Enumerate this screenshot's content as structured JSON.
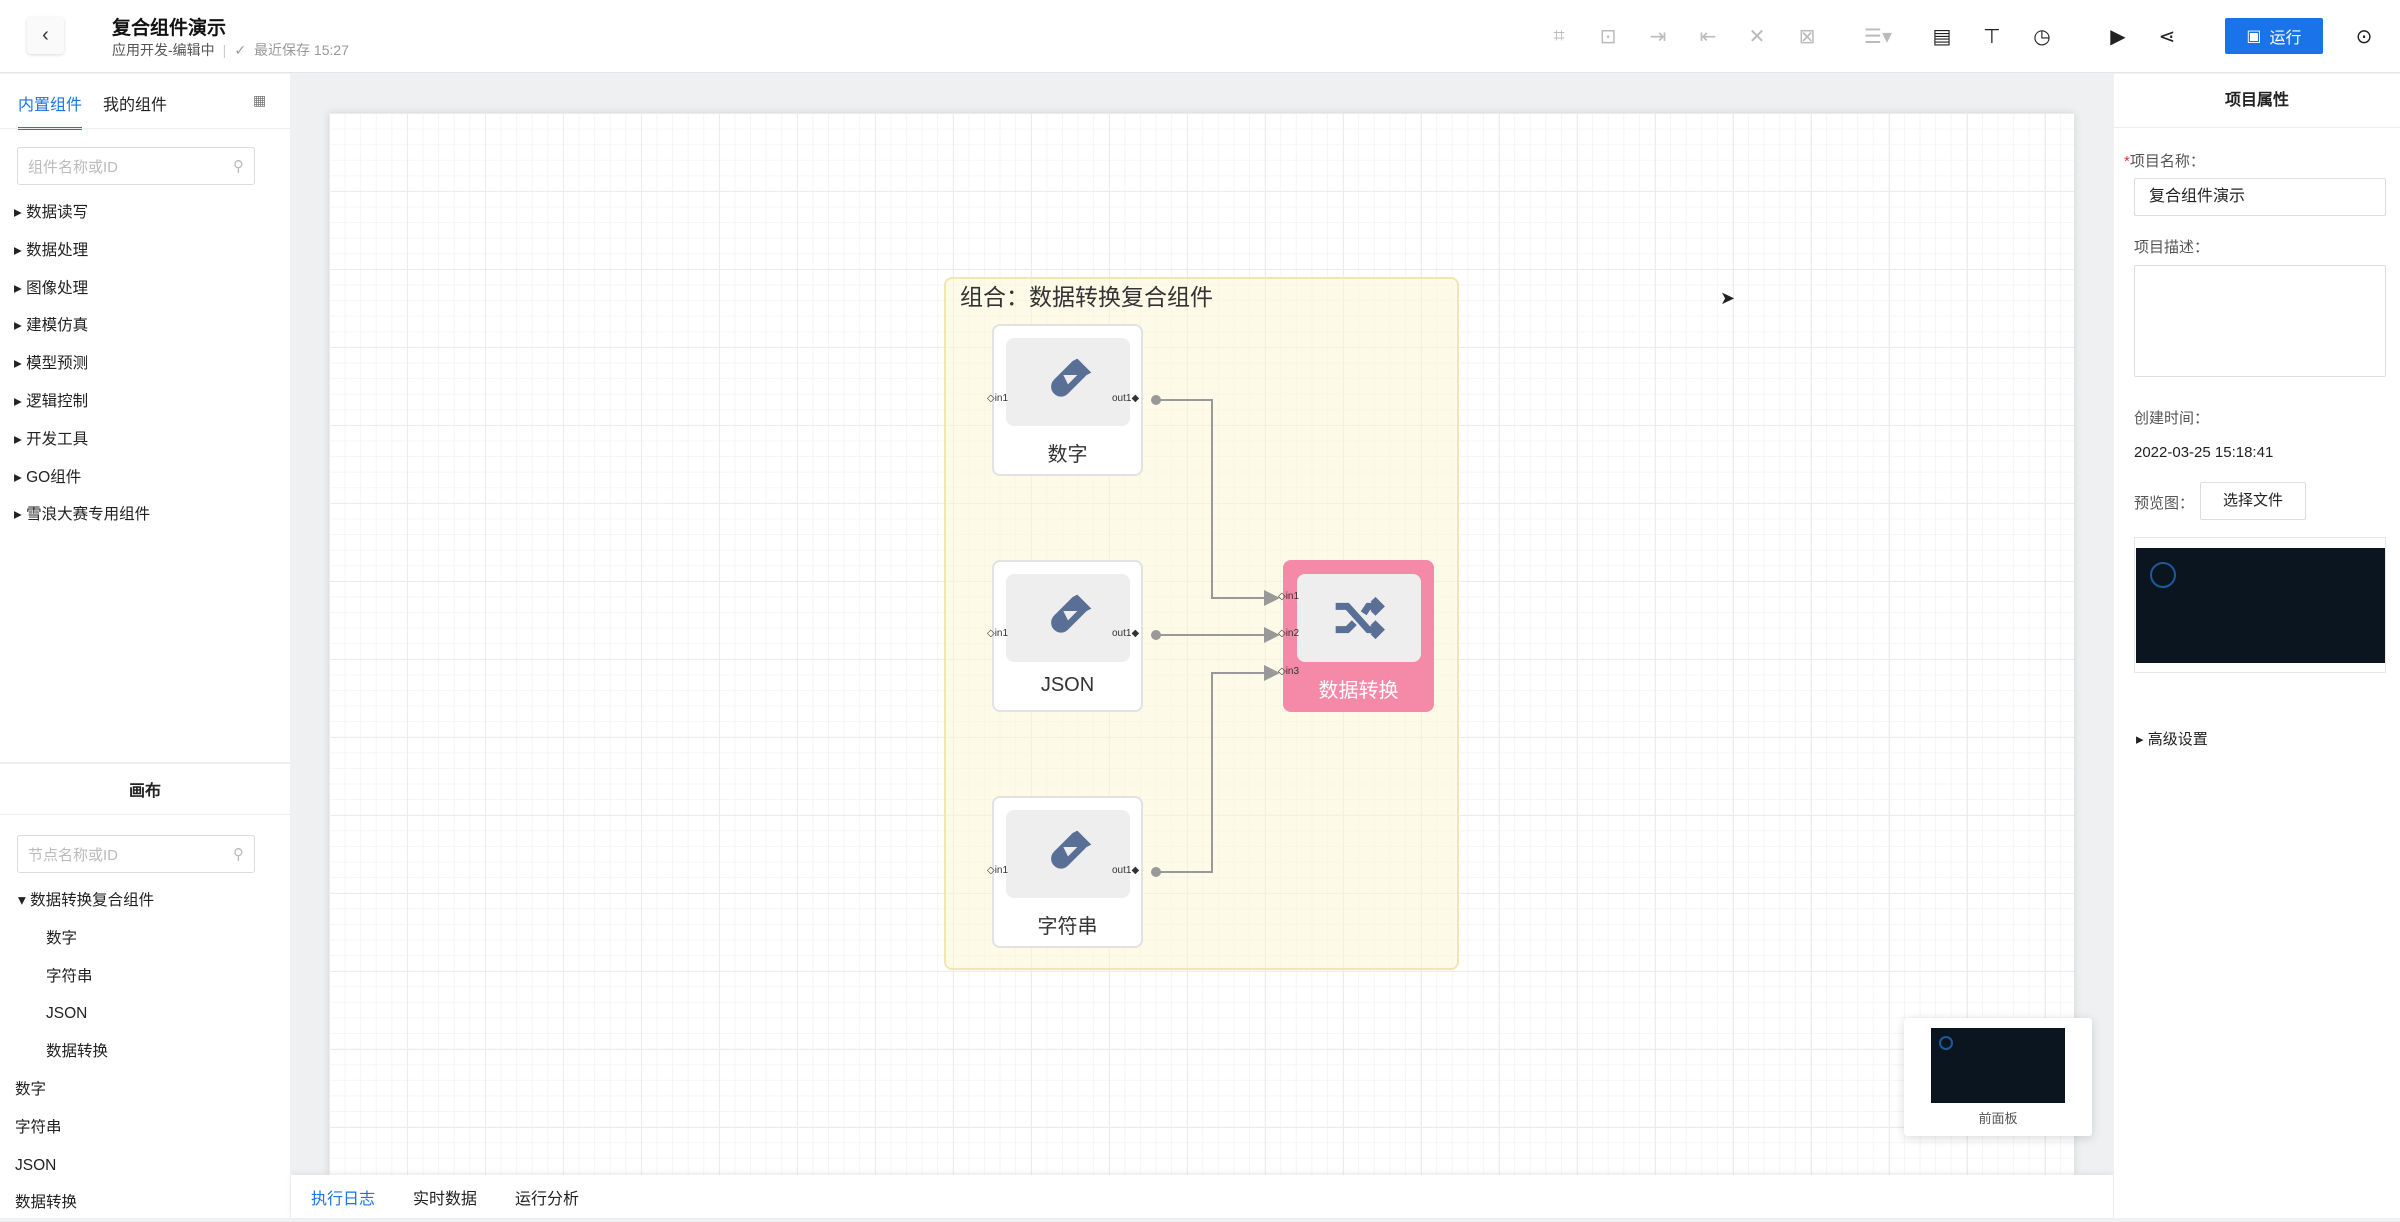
{
  "header": {
    "back_icon": "chevron-left-icon",
    "title": "复合组件演示",
    "subtitle": "应用开发-编辑中",
    "separator": "|",
    "save_status": "最近保存 15:27",
    "run_label": "运行",
    "toolbar": [
      "group-icon",
      "ungroup-icon",
      "align-in-icon",
      "align-out-icon",
      "orbit-icon",
      "link-group-icon",
      "align-dropdown-icon",
      "log-refresh-icon",
      "format-painter-icon",
      "history-icon",
      "preview-play-icon",
      "share-icon",
      "more-icon"
    ]
  },
  "left": {
    "tabs": [
      "内置组件",
      "我的组件"
    ],
    "search_placeholder": "组件名称或ID",
    "categories": [
      "数据读写",
      "数据处理",
      "图像处理",
      "建模仿真",
      "模型预测",
      "逻辑控制",
      "开发工具",
      "GO组件",
      "雪浪大赛专用组件"
    ],
    "canvas_title": "画布",
    "node_search_placeholder": "节点名称或ID",
    "node_tree": {
      "group": "数据转换复合组件",
      "children": [
        "数字",
        "字符串",
        "JSON",
        "数据转换"
      ],
      "others": [
        "数字",
        "字符串",
        "JSON",
        "数据转换"
      ]
    }
  },
  "canvas": {
    "group_title": "组合：数据转换复合组件",
    "nodes": [
      {
        "label": "数字",
        "in": "in1",
        "out": "out1"
      },
      {
        "label": "JSON",
        "in": "in1",
        "out": "out1"
      },
      {
        "label": "字符串",
        "in": "in1",
        "out": "out1"
      },
      {
        "label": "数据转换",
        "inputs": [
          "in1",
          "in2",
          "in3"
        ]
      }
    ],
    "minimap_label": "前面板",
    "node_color": "#f48aa8"
  },
  "bottom_tabs": [
    "执行日志",
    "实时数据",
    "运行分析"
  ],
  "right": {
    "title": "项目属性",
    "required_mark": "*",
    "name_label": "项目名称：",
    "name_value": "复合组件演示",
    "desc_label": "项目描述：",
    "desc_value": "",
    "created_label": "创建时间：",
    "created_value": "2022-03-25 15:18:41",
    "preview_label": "预览图：",
    "choose_file": "选择文件",
    "advanced": "高级设置"
  }
}
